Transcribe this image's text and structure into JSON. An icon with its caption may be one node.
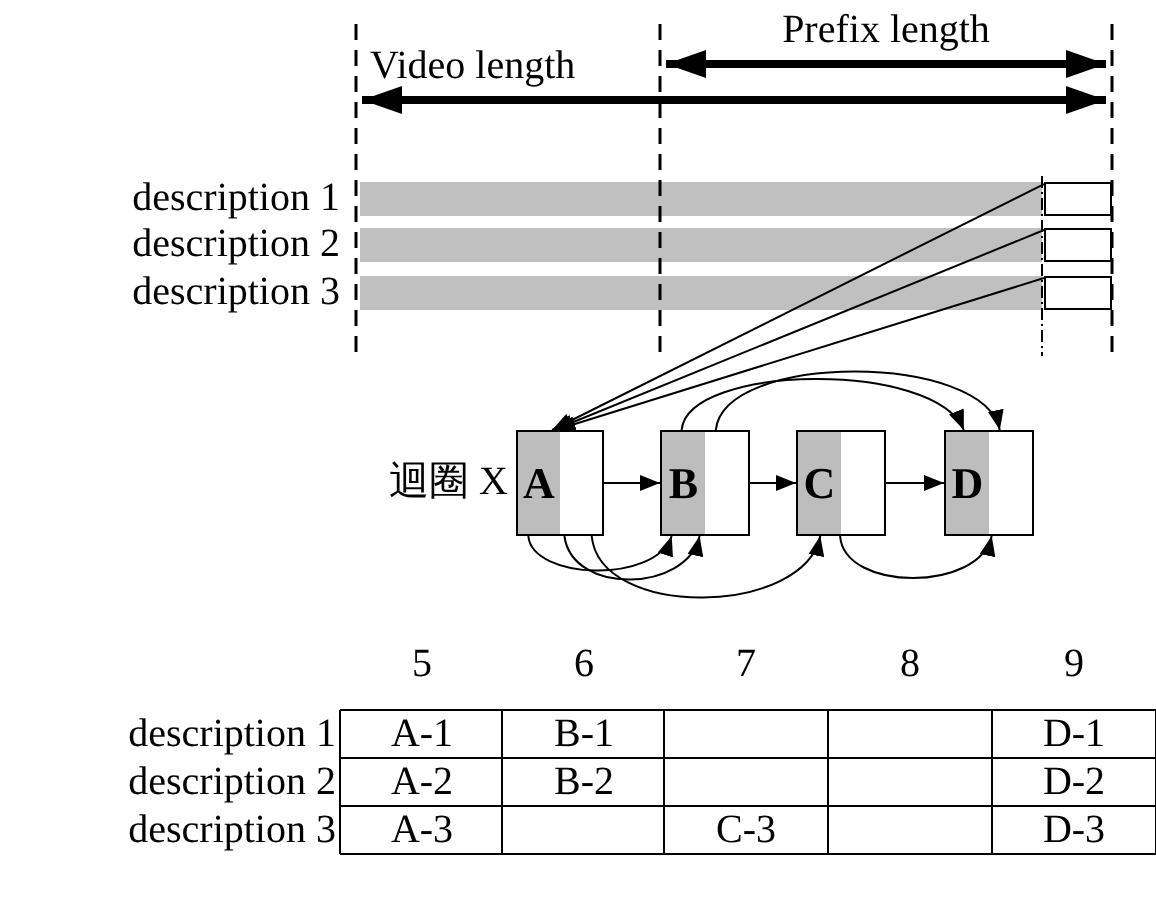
{
  "diagram": {
    "nodes": [
      {
        "text": [],
        "shape": "box"
      },
      {
        "text": [],
        "shape": "box"
      },
      {
        "text": [],
        "shape": "box"
      },
      {
        "text": [
          "A"
        ],
        "beside": [
          "迴圈 X"
        ]
      },
      {
        "text": [
          "B"
        ]
      },
      {
        "text": [
          "C"
        ]
      },
      {
        "text": [
          "D"
        ]
      }
    ],
    "edges": [
      {
        "from": 0,
        "to": 3,
        "arrow": "to"
      },
      {
        "from": 1,
        "to": 3,
        "arrow": "to"
      },
      {
        "from": 2,
        "to": 3,
        "arrow": "to"
      },
      {
        "from": 3,
        "to": 4,
        "arrow": "to"
      },
      {
        "from": 4,
        "to": 5,
        "arrow": "to"
      },
      {
        "from": 5,
        "to": 6,
        "arrow": "to"
      },
      {
        "from": 4,
        "to": 6,
        "arrow": "to"
      },
      {
        "from": 4,
        "to": 6,
        "arrow": "to"
      },
      {
        "from": 3,
        "to": 4,
        "arrow": "to"
      },
      {
        "from": 3,
        "to": 4,
        "arrow": "to"
      },
      {
        "from": 3,
        "to": 5,
        "arrow": "to"
      },
      {
        "from": 5,
        "to": 6,
        "arrow": "to"
      }
    ],
    "labels": [
      "Prefix length",
      "Video length",
      "description 1",
      "description 2",
      "description 3",
      "5",
      "6",
      "7",
      "8",
      "9",
      "description 1",
      "A-1",
      "B-1",
      "D-1",
      "description 2",
      "A-2",
      "B-2",
      "D-2",
      "description 3",
      "A-3",
      "C-3",
      "D-3"
    ]
  }
}
